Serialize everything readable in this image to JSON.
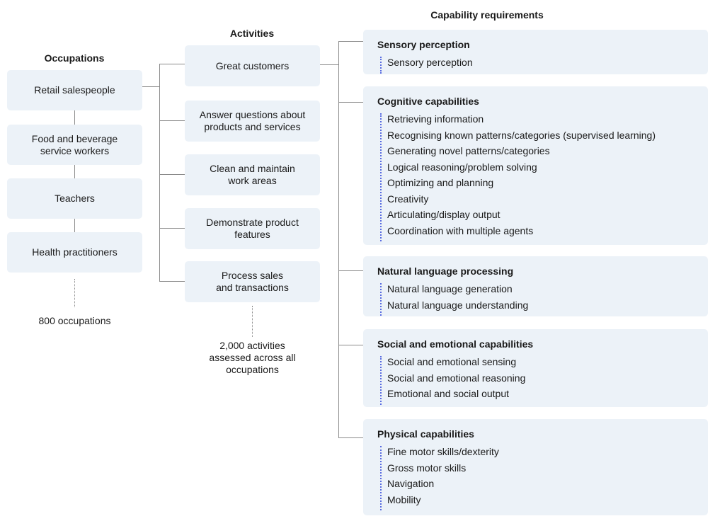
{
  "headings": {
    "occupations": "Occupations",
    "activities": "Activities",
    "capabilities": "Capability requirements"
  },
  "occupations": [
    "Retail salespeople",
    "Food and beverage\nservice workers",
    "Teachers",
    "Health practitioners"
  ],
  "occupations_caption": "800 occupations",
  "activities": [
    "Great customers",
    "Answer questions about\nproducts and services",
    "Clean and maintain\nwork areas",
    "Demonstrate product\nfeatures",
    "Process sales\nand transactions"
  ],
  "activities_caption": "2,000 activities\nassessed across all\noccupations",
  "capabilities": [
    {
      "title": "Sensory perception",
      "items": [
        "Sensory perception"
      ]
    },
    {
      "title": "Cognitive capabilities",
      "items": [
        "Retrieving information",
        "Recognising known patterns/categories (supervised learning)",
        "Generating novel patterns/categories",
        "Logical reasoning/problem solving",
        "Optimizing and planning",
        "Creativity",
        "Articulating/display output",
        "Coordination with multiple agents"
      ]
    },
    {
      "title": "Natural language processing",
      "items": [
        "Natural language generation",
        "Natural language understanding"
      ]
    },
    {
      "title": "Social and emotional capabilities",
      "items": [
        "Social and emotional sensing",
        "Social and emotional reasoning",
        "Emotional and social output"
      ]
    },
    {
      "title": "Physical capabilities",
      "items": [
        "Fine motor skills/dexterity",
        "Gross motor skills",
        "Navigation",
        "Mobility"
      ]
    }
  ],
  "colors": {
    "box_fill": "#ecf2f8",
    "connector": "#8a8a8a",
    "bullet": "#5b6ee1"
  }
}
